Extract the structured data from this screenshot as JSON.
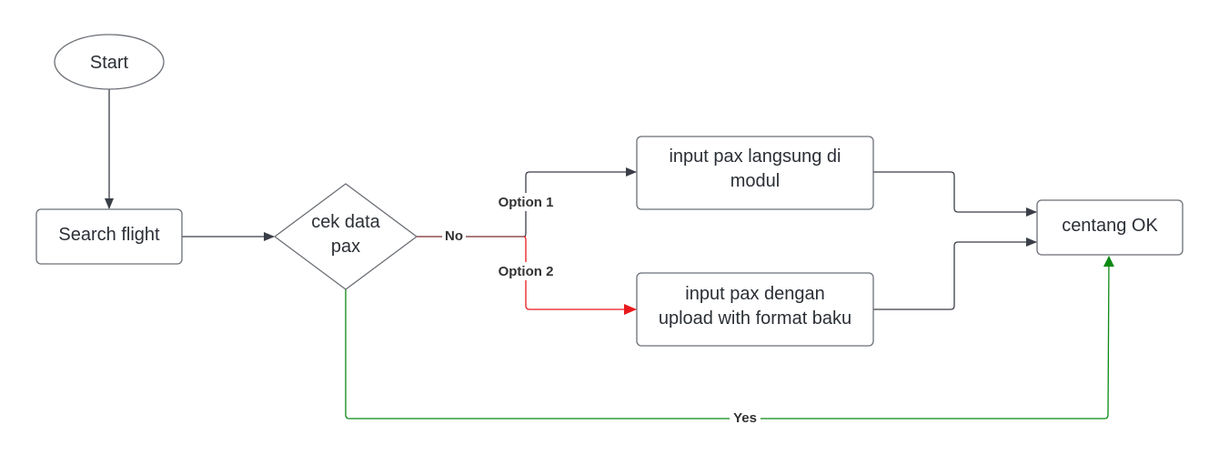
{
  "nodes": {
    "start": "Start",
    "search_flight": "Search flight",
    "cek_data_pax": [
      "cek data",
      "pax"
    ],
    "input_langsung": [
      "input pax langsung di",
      "modul"
    ],
    "input_upload": [
      "input pax dengan",
      "upload with format baku"
    ],
    "centang_ok": "centang OK"
  },
  "edges": {
    "no": "No",
    "option1": "Option 1",
    "option2": "Option 2",
    "yes": "Yes"
  },
  "colors": {
    "default": "#3a3f47",
    "no": "#7a2a2a",
    "option2": "#e8191c",
    "yes": "#0a8a14"
  }
}
